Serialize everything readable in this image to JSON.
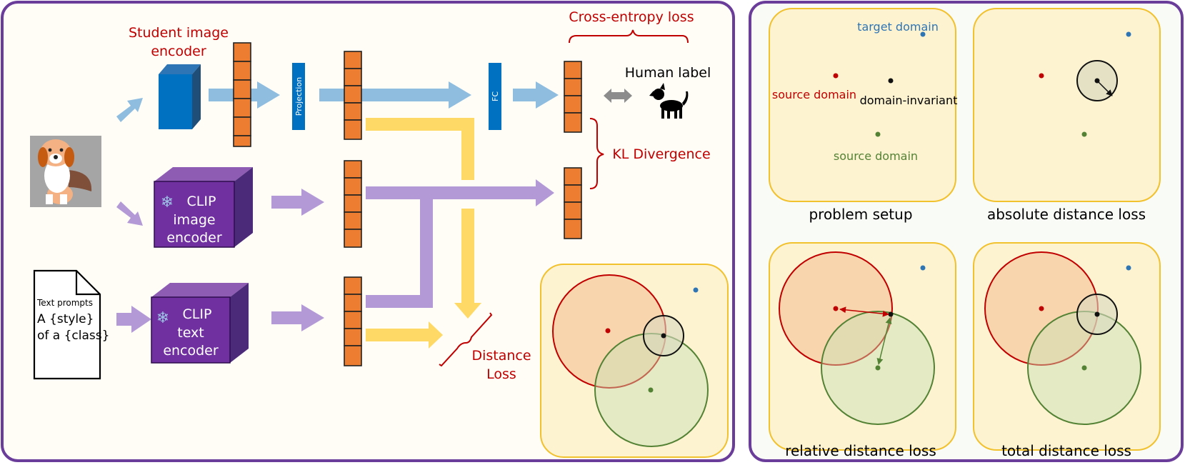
{
  "left_panel": {
    "student_encoder_label_1": "Student image",
    "student_encoder_label_2": "encoder",
    "projection_label": "Projection",
    "fc_label": "FC",
    "cross_entropy_label": "Cross-entropy loss",
    "human_label": "Human label",
    "kl_label": "KL Divergence",
    "clip_image_1": "CLIP",
    "clip_image_2": "image",
    "clip_image_3": "encoder",
    "clip_text_1": "CLIP",
    "clip_text_2": "text",
    "clip_text_3": "encoder",
    "text_prompts_title": "Text prompts",
    "text_prompts_line1": "A {style}",
    "text_prompts_line2": "of a {class}",
    "distance_loss_1": "Distance",
    "distance_loss_2": "Loss"
  },
  "right_panel": {
    "target_domain": "target domain",
    "source_domain_1": "source domain",
    "domain_invariant": "domain-invariant",
    "source_domain_2": "source domain",
    "captions": [
      "problem setup",
      "absolute distance loss",
      "relative distance loss",
      "total distance loss"
    ]
  },
  "colors": {
    "frame": "#6a3d9a",
    "blue_arrow": "#8fbde0",
    "purple_arrow": "#b39ad6",
    "yellow_arrow": "#ffd966",
    "feature": "#ed7d31",
    "dark_red": "#c00000",
    "box_fill": "#fdf3d0",
    "box_stroke": "#f2c12e",
    "blue_dot": "#2e75b6",
    "green": "#548235"
  }
}
